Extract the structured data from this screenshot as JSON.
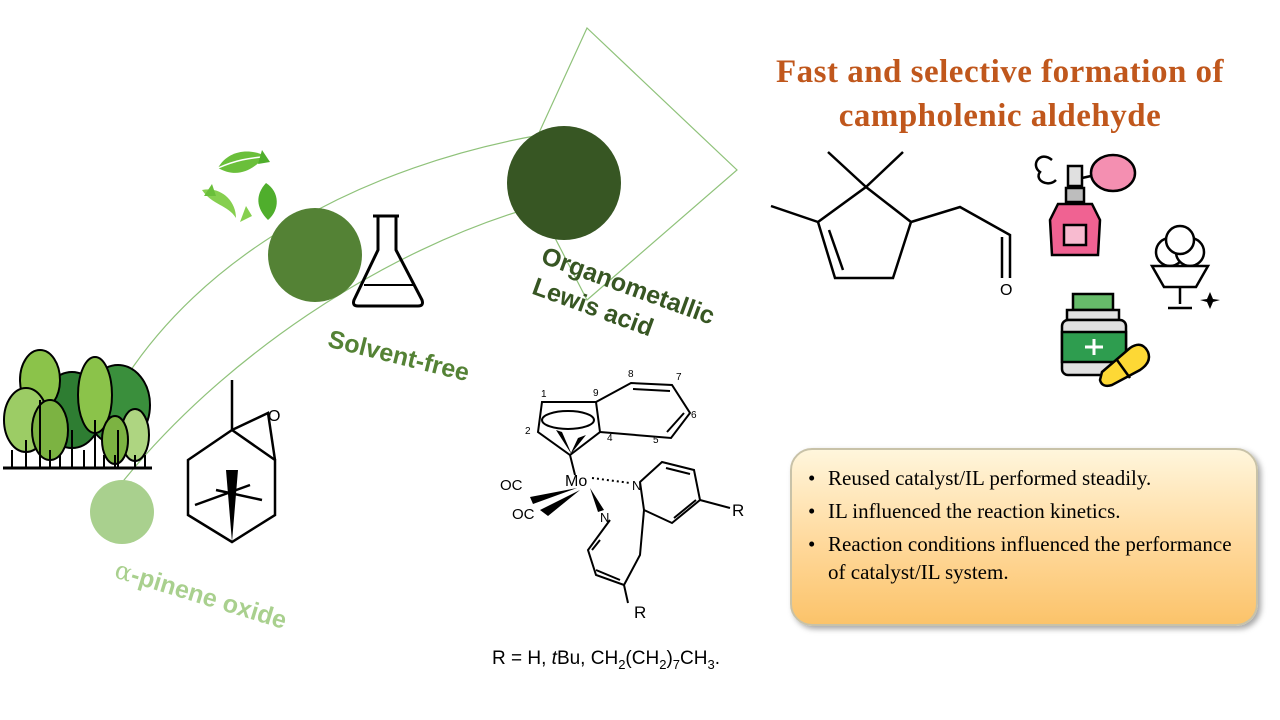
{
  "title": {
    "line1": "Fast and selective formation of",
    "line2": "campholenic aldehyde",
    "color": "#c0571c"
  },
  "stages": {
    "pinene": {
      "alpha": "α",
      "rest": "-pinene oxide",
      "color": "#a9d08e"
    },
    "solvent": {
      "label": "Solvent-free",
      "color": "#548235"
    },
    "organo": {
      "line1": "Organometallic",
      "line2": "Lewis acid",
      "color": "#375623"
    }
  },
  "molecules": {
    "epoxide_oxygen": "O",
    "aldehyde_oxygen": "O",
    "complex": {
      "metal": "Mo",
      "co1": "OC",
      "co2": "OC",
      "n1": "N",
      "n2": "N",
      "r1": "R",
      "r2": "R",
      "numbers": [
        "1",
        "2",
        "9",
        "4",
        "8",
        "7",
        "6",
        "5"
      ]
    }
  },
  "r_formula": {
    "prefix": "R = H, ",
    "tbu_t": "t",
    "tbu_rest": "Bu, CH",
    "sub2": "2",
    "mid": "(CH",
    "sub2b": "2",
    "close": ")",
    "sub7": "7",
    "ch": "CH",
    "sub3": "3",
    "end": "."
  },
  "summary": {
    "items": [
      "Reused catalyst/IL performed steadily.",
      "IL influenced the reaction kinetics.",
      "Reaction conditions influenced the performance of catalyst/IL system."
    ]
  },
  "icons": [
    "recycle-leaves-icon",
    "flask-icon",
    "forest-icon",
    "perfume-icon",
    "ice-cream-icon",
    "medicine-icon"
  ]
}
